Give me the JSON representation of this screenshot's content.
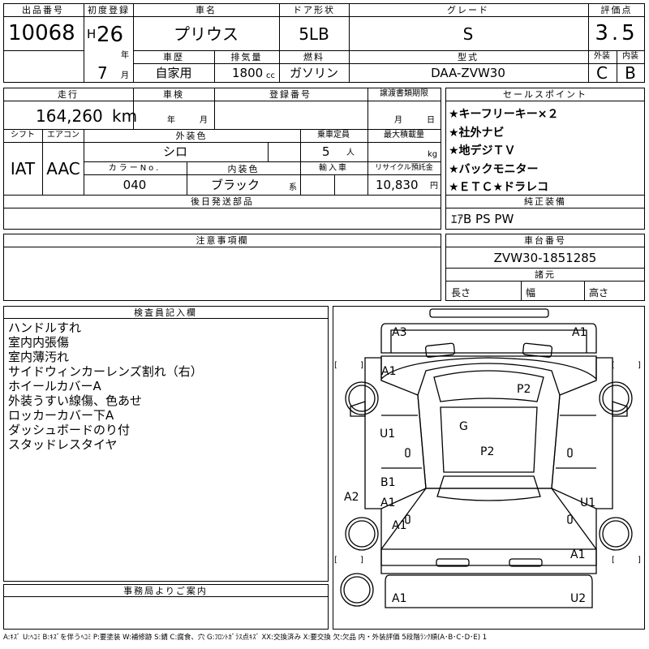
{
  "top": {
    "lot_header": "出品番号",
    "lot_number": "10068",
    "first_reg_header": "初度登録",
    "era": "H",
    "year": "26",
    "year_unit": "年",
    "month": "7",
    "month_unit": "月",
    "car_name_header": "車名",
    "car_name": "プリウス",
    "door_header": "ドア形状",
    "door": "5LB",
    "grade_header": "グレード",
    "grade": "S",
    "score_header": "評価点",
    "score": "3.5",
    "history_header": "車歴",
    "history": "自家用",
    "displacement_header": "排気量",
    "displacement": "1800",
    "displacement_unit": "cc",
    "fuel_header": "燃料",
    "fuel": "ガソリン",
    "model_header": "型式",
    "model": "DAA-ZVW30",
    "exterior_header": "外装",
    "exterior": "C",
    "interior_header": "内装",
    "interior": "B"
  },
  "mid": {
    "mileage_header": "走行",
    "mileage": "164,260",
    "mileage_unit": "km",
    "inspection_header": "車検",
    "insp_year_unit": "年",
    "insp_month_unit": "月",
    "reg_number_header": "登録番号",
    "transfer_header": "譲渡書類期限",
    "transfer_month_unit": "月",
    "transfer_day_unit": "日",
    "sales_header": "セールスポイント",
    "sales_points": [
      "★キーフリーキー×２",
      "★社外ナビ",
      "★地デジＴＶ",
      "★バックモニター",
      "★ＥＴＣ★ドラレコ"
    ],
    "shift_header": "シフト",
    "shift": "IAT",
    "ac_header": "エアコン",
    "ac": "AAC",
    "ext_color_header": "外装色",
    "ext_color": "シロ",
    "capacity_header": "乗車定員",
    "capacity": "5",
    "capacity_unit": "人",
    "max_load_header": "最大積載量",
    "max_load_unit": "kg",
    "color_no_header": "カラーNo.",
    "color_no": "040",
    "int_color_header": "内装色",
    "int_color": "ブラック",
    "int_color_unit": "系",
    "import_header": "輸入車",
    "recycle_header": "リサイクル預託金",
    "recycle": "10,830",
    "recycle_unit": "円"
  },
  "later_parts_header": "後日発送部品",
  "genuine_header": "純正装備",
  "genuine": "ｴｱB PS PW",
  "notes_header": "注意事項欄",
  "chassis_header": "車台番号",
  "chassis": "ZVW30-1851285",
  "dims_header": "諸元",
  "dims_length": "長さ",
  "dims_width": "幅",
  "dims_height": "高さ",
  "inspector_header": "検査員記入欄",
  "inspector_notes": [
    "ハンドルすれ",
    "室内内張傷",
    "室内薄汚れ",
    "サイドウィンカーレンズ割れ（右）",
    "ホイールカバーA",
    "外装うすい線傷、色あせ",
    "ロッカーカバー下A",
    "ダッシュボードのり付",
    "スタッドレスタイヤ"
  ],
  "office_header": "事務局よりご案内",
  "diagram_marks": {
    "fl_corner": "A3",
    "fr_corner": "A1",
    "hood_left": "A1",
    "windshield": "P2",
    "roof": "G",
    "roof_p": "P2",
    "front_door_l": "U1",
    "rear_door_l_b": "B1",
    "rear_door_l_a": "A1",
    "rear_quarter_l": "A1",
    "fender_l": "A2",
    "rear_door_r": "U1",
    "rear_quarter_r": "A1",
    "rear_bumper_l": "A1",
    "rear_bumper_r": "U2"
  },
  "legend": "A:ｷｽﾞ U:ﾍｺﾐ B:ｷｽﾞを伴うﾍｺﾐ P:要塗装 W:補修跡 S:錆 C:腐食、穴 G:ﾌﾛﾝﾄｶﾞﾗｽ点ｷｽﾞ XX:交換済み X:要交換 欠:欠品 内・外装評価 5段階ﾗﾝｸ順(A･B･C･D･E) 1"
}
